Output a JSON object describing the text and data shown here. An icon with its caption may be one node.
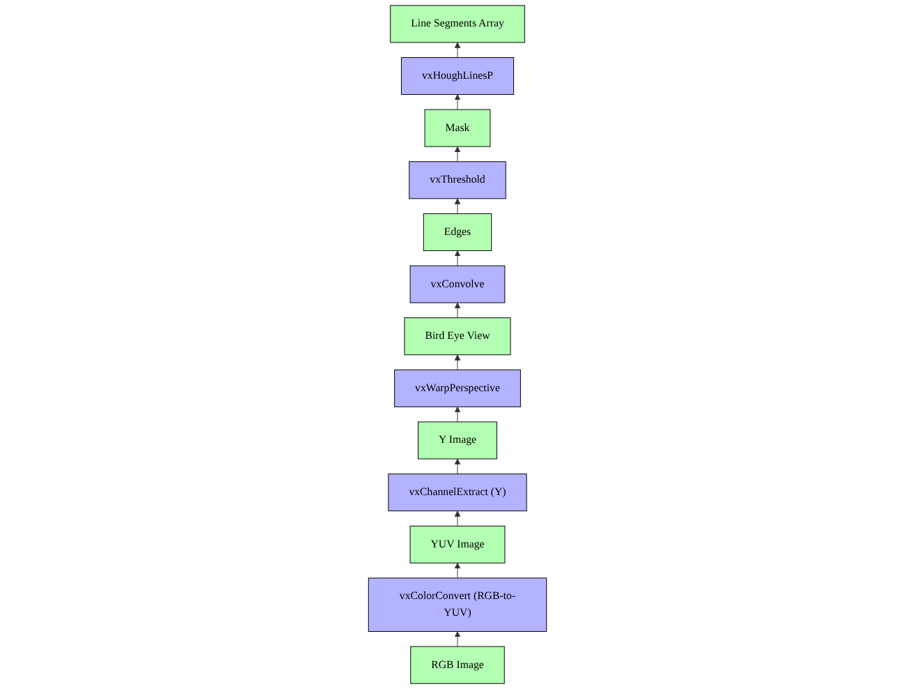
{
  "diagram": {
    "nodes": [
      {
        "text": [
          "Bird Eye View"
        ]
      },
      {
        "text": [
          "vxWarpPerspective"
        ]
      },
      {
        "text": [
          "vxConvolve"
        ]
      },
      {
        "text": [
          "Y Image"
        ]
      },
      {
        "text": [
          "Edges"
        ]
      },
      {
        "text": [
          "vxChannelExtract (Y)"
        ]
      },
      {
        "text": [
          "vxThreshold"
        ]
      },
      {
        "text": [
          "YUV Image"
        ]
      },
      {
        "text": [
          "Mask"
        ]
      },
      {
        "text": [
          "vxColorConvert (RGB-to-YUV)"
        ]
      },
      {
        "text": [
          "vxHoughLinesP"
        ]
      },
      {
        "text": [
          "RGB Image"
        ]
      },
      {
        "text": [
          "Line Segments Array"
        ]
      }
    ],
    "edges": [
      {
        "from": 11,
        "to": 9,
        "arrow": "to"
      },
      {
        "from": 9,
        "to": 7,
        "arrow": "to"
      },
      {
        "from": 7,
        "to": 5,
        "arrow": "to"
      },
      {
        "from": 5,
        "to": 3,
        "arrow": "to"
      },
      {
        "from": 3,
        "to": 1,
        "arrow": "to"
      },
      {
        "from": 1,
        "to": 0,
        "arrow": "to"
      },
      {
        "from": 0,
        "to": 2,
        "arrow": "to"
      },
      {
        "from": 2,
        "to": 4,
        "arrow": "to"
      },
      {
        "from": 4,
        "to": 6,
        "arrow": "to"
      },
      {
        "from": 6,
        "to": 8,
        "arrow": "to"
      },
      {
        "from": 8,
        "to": 10,
        "arrow": "to"
      },
      {
        "from": 10,
        "to": 12,
        "arrow": "to"
      }
    ]
  }
}
